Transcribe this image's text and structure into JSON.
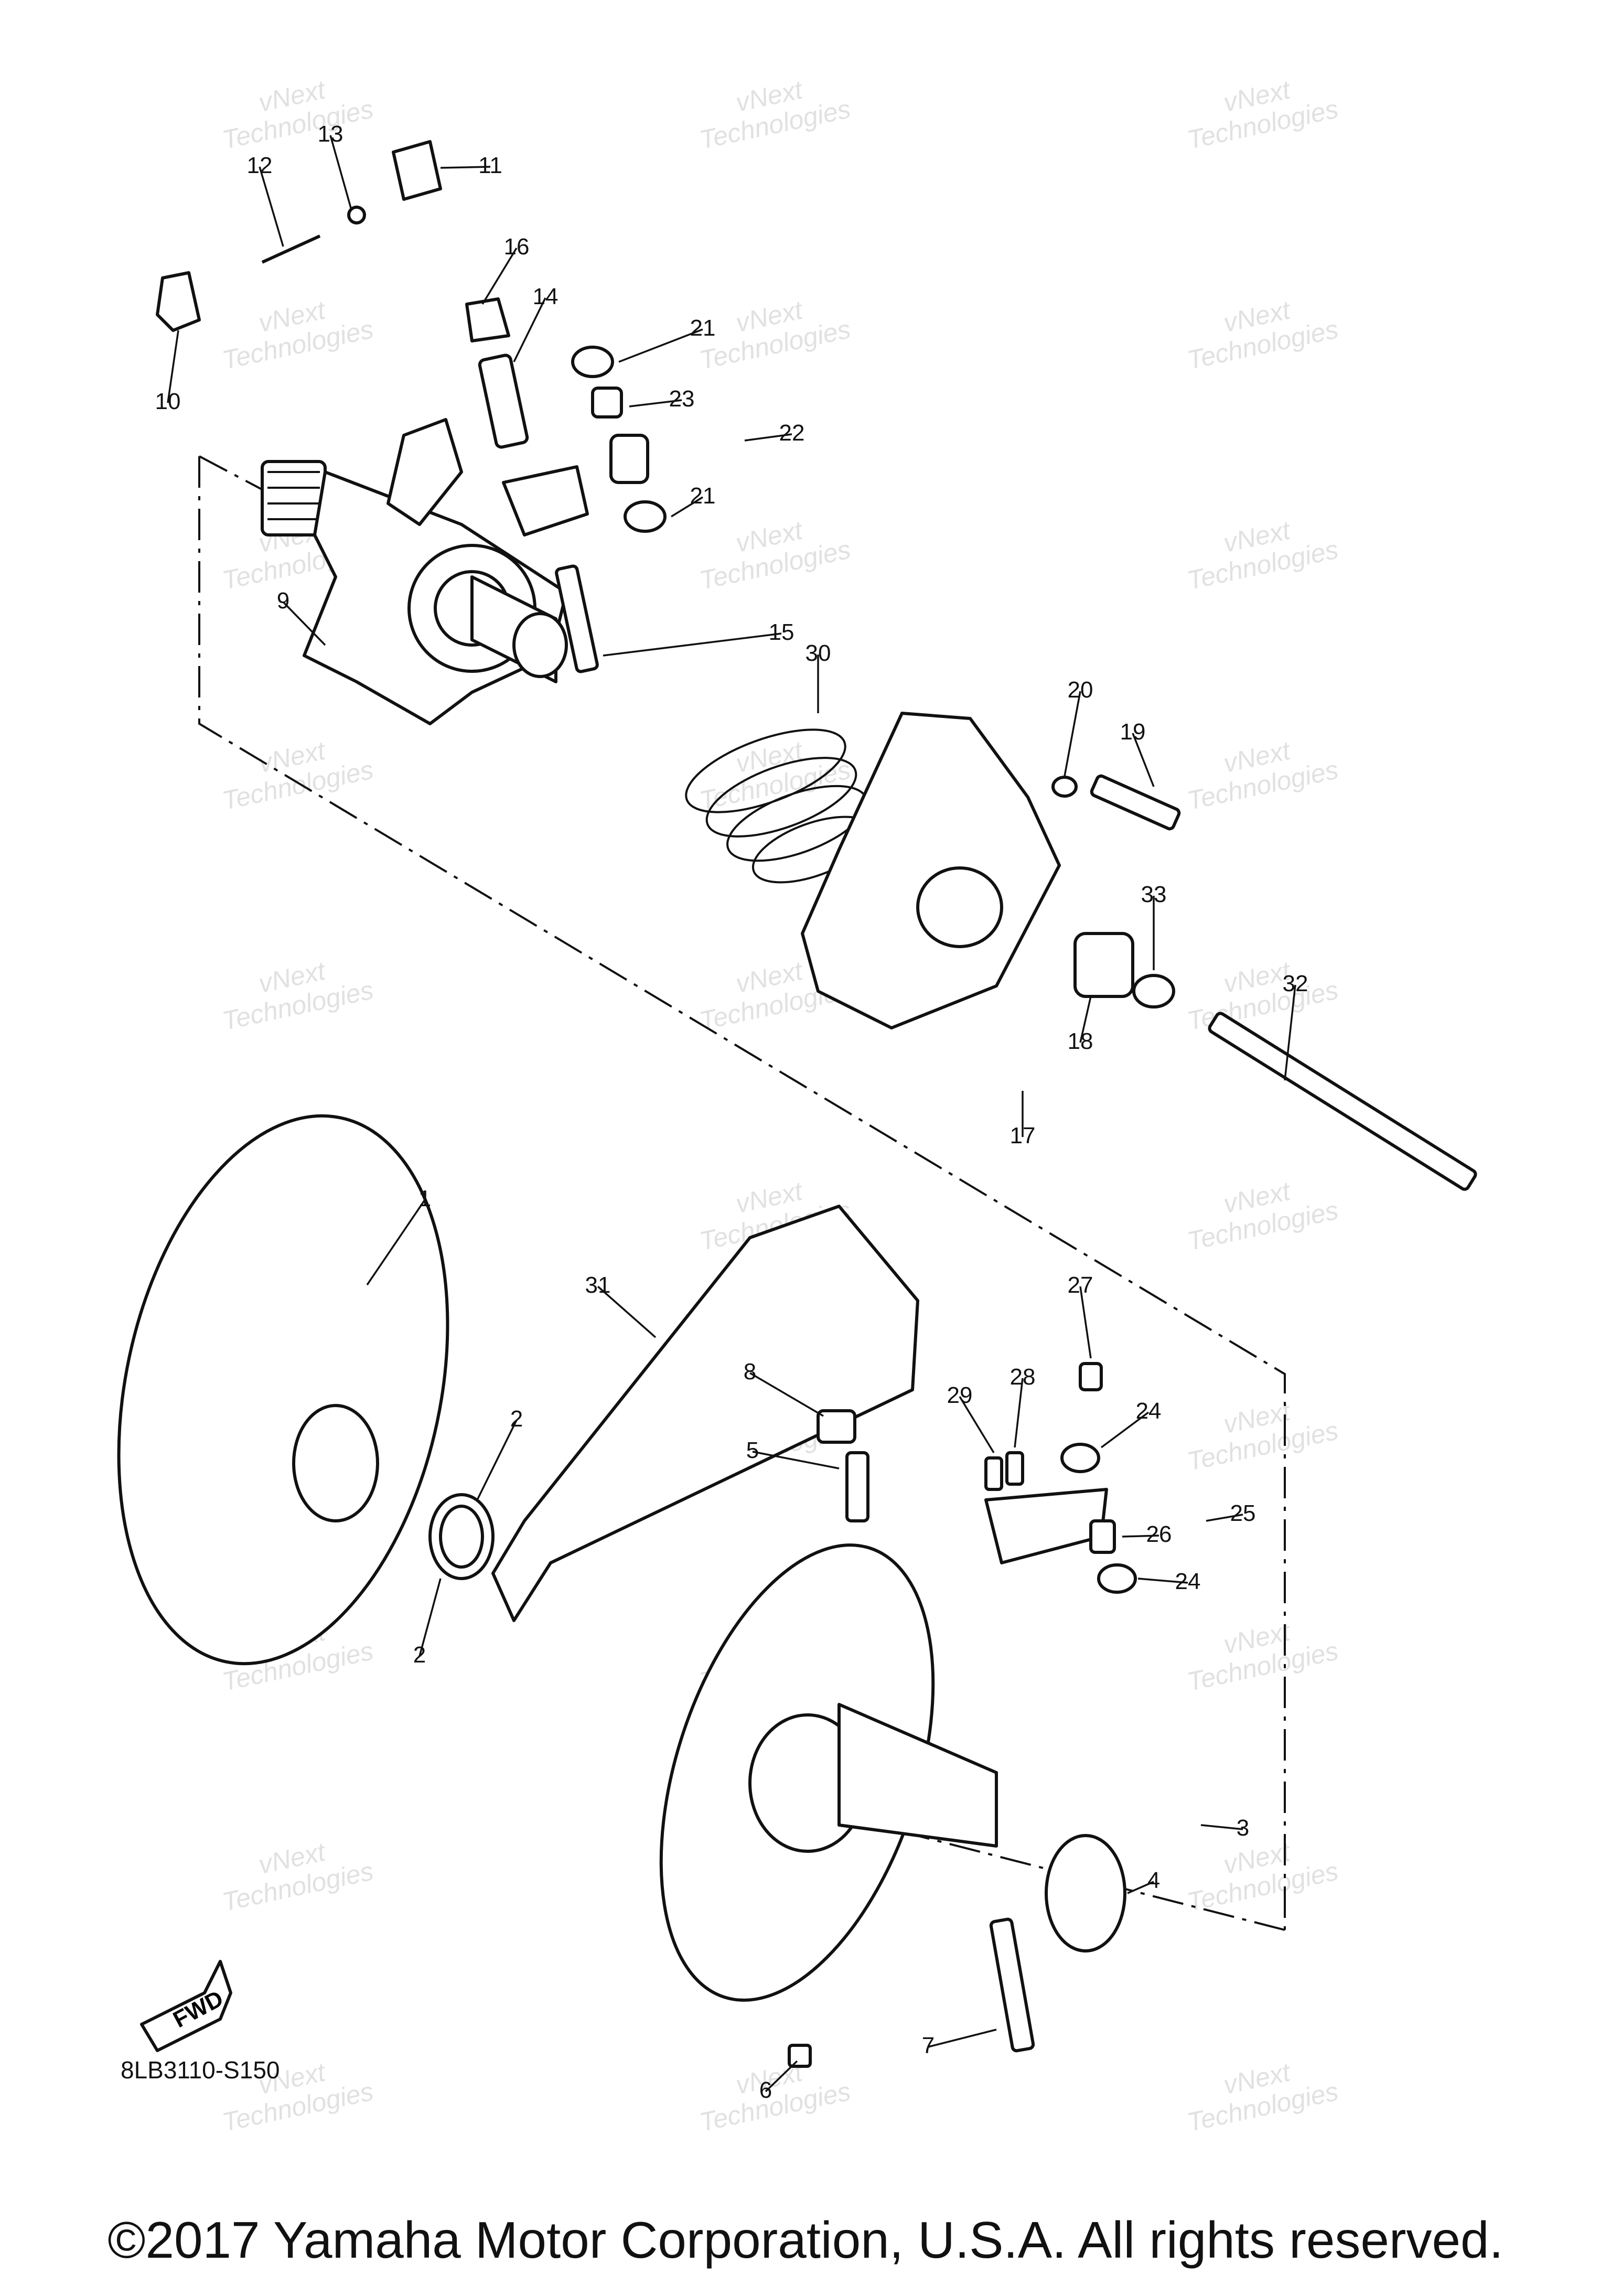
{
  "diagram": {
    "code": "8LB3110-S150",
    "copyright": "©2017 Yamaha Motor Corporation, U.S.A. All rights reserved.",
    "fwd_label": "FWD",
    "watermark": [
      "vNext",
      "Technologies"
    ],
    "callouts": [
      "1",
      "2",
      "2",
      "3",
      "4",
      "5",
      "6",
      "7",
      "8",
      "9",
      "10",
      "11",
      "12",
      "13",
      "14",
      "15",
      "16",
      "17",
      "18",
      "19",
      "20",
      "21",
      "21",
      "22",
      "23",
      "24",
      "24",
      "25",
      "26",
      "27",
      "28",
      "29",
      "30",
      "31",
      "32",
      "33"
    ]
  }
}
